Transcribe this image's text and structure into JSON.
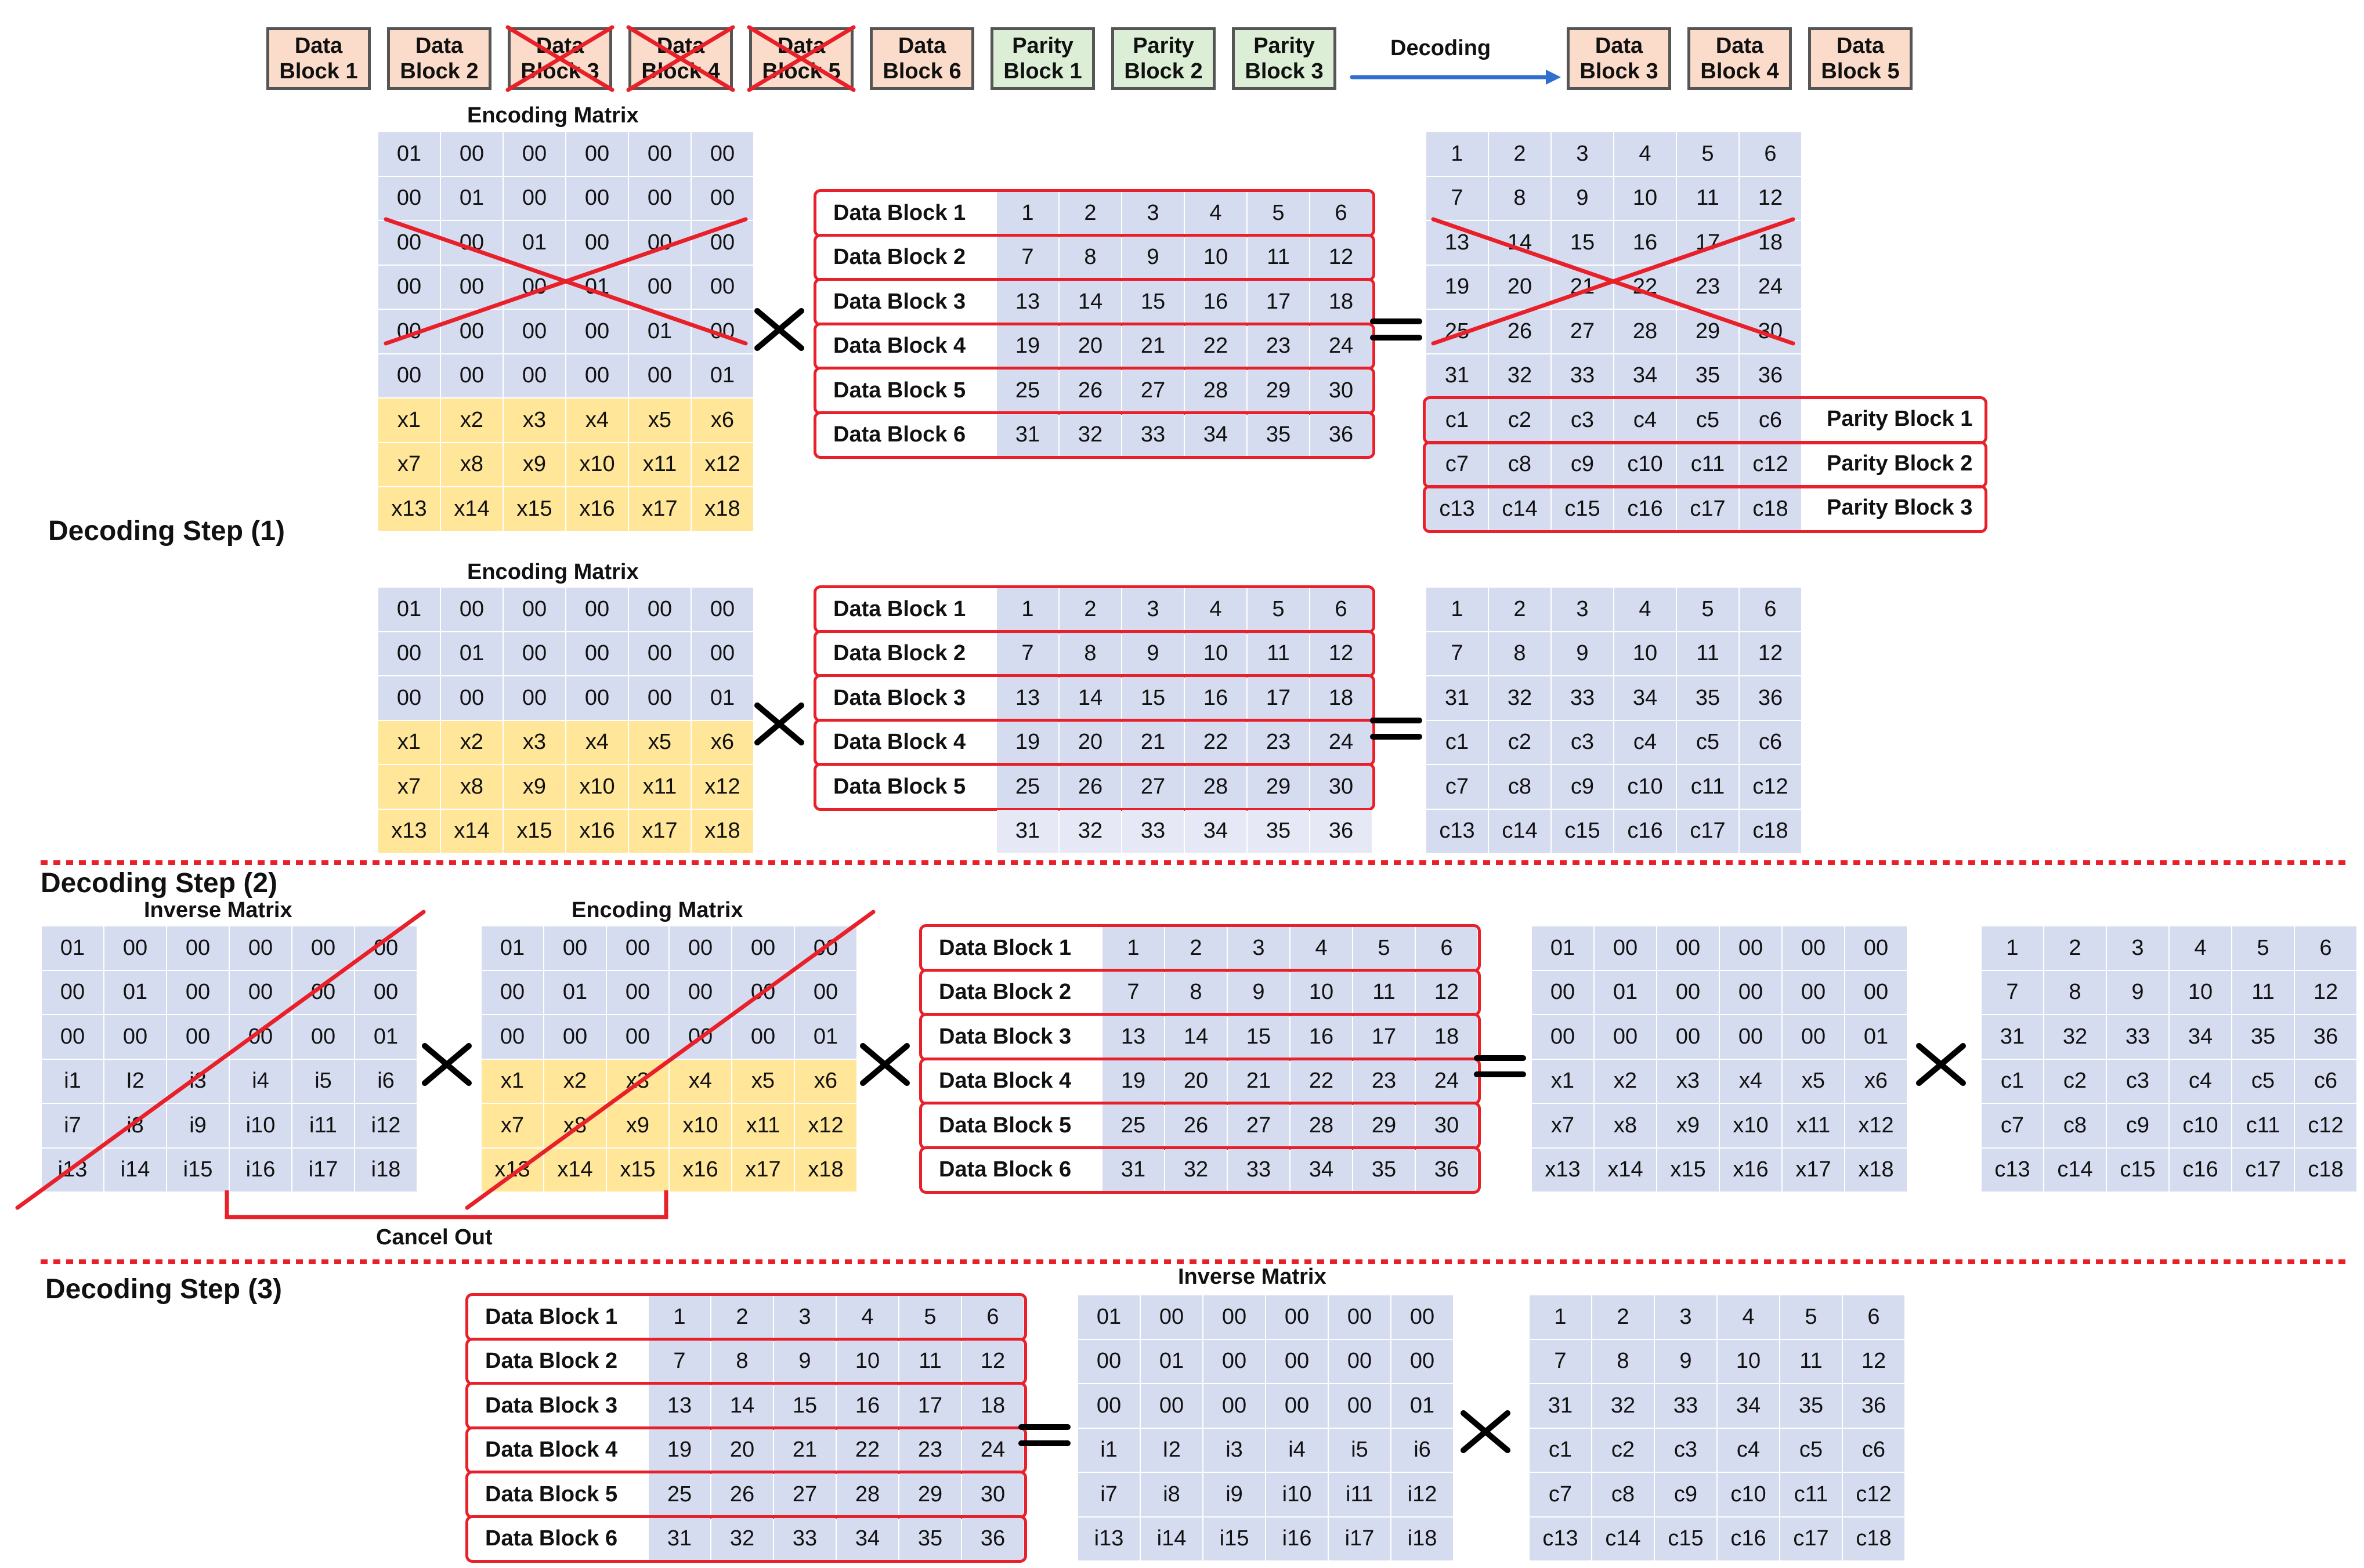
{
  "header": {
    "blocks_left": [
      {
        "label": "Data Block 1",
        "kind": "data",
        "crossed": false
      },
      {
        "label": "Data Block 2",
        "kind": "data",
        "crossed": false
      },
      {
        "label": "Data Block 3",
        "kind": "data",
        "crossed": true
      },
      {
        "label": "Data Block 4",
        "kind": "data",
        "crossed": true
      },
      {
        "label": "Data Block 5",
        "kind": "data",
        "crossed": true
      },
      {
        "label": "Data Block 6",
        "kind": "data",
        "crossed": false
      },
      {
        "label": "Parity Block 1",
        "kind": "parity",
        "crossed": false
      },
      {
        "label": "Parity Block 2",
        "kind": "parity",
        "crossed": false
      },
      {
        "label": "Parity Block 3",
        "kind": "parity",
        "crossed": false
      }
    ],
    "arrow_label": "Decoding",
    "blocks_right": [
      {
        "label": "Data Block 3",
        "kind": "data",
        "crossed": false
      },
      {
        "label": "Data Block 4",
        "kind": "data",
        "crossed": false
      },
      {
        "label": "Data Block 5",
        "kind": "data",
        "crossed": false
      }
    ]
  },
  "labels": {
    "encoding_matrix": "Encoding Matrix",
    "inverse_matrix": "Inverse Matrix",
    "step1": "Decoding Step (1)",
    "step2": "Decoding Step (2)",
    "step3": "Decoding Step (3)",
    "cancel_out": "Cancel Out",
    "parity_block_1": "Parity Block 1",
    "parity_block_2": "Parity Block 2",
    "parity_block_3": "Parity Block 3"
  },
  "data_block_labels": [
    "Data Block 1",
    "Data Block 2",
    "Data Block 3",
    "Data Block 4",
    "Data Block 5",
    "Data Block 6"
  ],
  "matrices": {
    "encoding_full": [
      [
        "01",
        "00",
        "00",
        "00",
        "00",
        "00"
      ],
      [
        "00",
        "01",
        "00",
        "00",
        "00",
        "00"
      ],
      [
        "00",
        "00",
        "01",
        "00",
        "00",
        "00"
      ],
      [
        "00",
        "00",
        "00",
        "01",
        "00",
        "00"
      ],
      [
        "00",
        "00",
        "00",
        "00",
        "01",
        "00"
      ],
      [
        "00",
        "00",
        "00",
        "00",
        "00",
        "01"
      ],
      [
        "x1",
        "x2",
        "x3",
        "x4",
        "x5",
        "x6"
      ],
      [
        "x7",
        "x8",
        "x9",
        "x10",
        "x11",
        "x12"
      ],
      [
        "x13",
        "x14",
        "x15",
        "x16",
        "x17",
        "x18"
      ]
    ],
    "encoding_reduced": [
      [
        "01",
        "00",
        "00",
        "00",
        "00",
        "00"
      ],
      [
        "00",
        "01",
        "00",
        "00",
        "00",
        "00"
      ],
      [
        "00",
        "00",
        "00",
        "00",
        "00",
        "01"
      ],
      [
        "x1",
        "x2",
        "x3",
        "x4",
        "x5",
        "x6"
      ],
      [
        "x7",
        "x8",
        "x9",
        "x10",
        "x11",
        "x12"
      ],
      [
        "x13",
        "x14",
        "x15",
        "x16",
        "x17",
        "x18"
      ]
    ],
    "inverse": [
      [
        "01",
        "00",
        "00",
        "00",
        "00",
        "00"
      ],
      [
        "00",
        "01",
        "00",
        "00",
        "00",
        "00"
      ],
      [
        "00",
        "00",
        "00",
        "00",
        "00",
        "01"
      ],
      [
        "i1",
        "I2",
        "i3",
        "i4",
        "i5",
        "i6"
      ],
      [
        "i7",
        "i8",
        "i9",
        "i10",
        "i11",
        "i12"
      ],
      [
        "i13",
        "i14",
        "i15",
        "i16",
        "i17",
        "i18"
      ]
    ],
    "inverse_step2": [
      [
        "01",
        "00",
        "00",
        "00",
        "00",
        "00"
      ],
      [
        "00",
        "01",
        "00",
        "00",
        "00",
        "00"
      ],
      [
        "00",
        "00",
        "00",
        "00",
        "00",
        "01"
      ],
      [
        "i1",
        "I2",
        "i3",
        "i4",
        "i5",
        "i6"
      ],
      [
        "i7",
        "i8",
        "i9",
        "i10",
        "i11",
        "i12"
      ],
      [
        "i13",
        "i14",
        "i15",
        "i16",
        "i17",
        "i18"
      ]
    ],
    "data": [
      [
        "1",
        "2",
        "3",
        "4",
        "5",
        "6"
      ],
      [
        "7",
        "8",
        "9",
        "10",
        "11",
        "12"
      ],
      [
        "13",
        "14",
        "15",
        "16",
        "17",
        "18"
      ],
      [
        "19",
        "20",
        "21",
        "22",
        "23",
        "24"
      ],
      [
        "25",
        "26",
        "27",
        "28",
        "29",
        "30"
      ],
      [
        "31",
        "32",
        "33",
        "34",
        "35",
        "36"
      ]
    ],
    "result_full": [
      [
        "1",
        "2",
        "3",
        "4",
        "5",
        "6"
      ],
      [
        "7",
        "8",
        "9",
        "10",
        "11",
        "12"
      ],
      [
        "13",
        "14",
        "15",
        "16",
        "17",
        "18"
      ],
      [
        "19",
        "20",
        "21",
        "22",
        "23",
        "24"
      ],
      [
        "25",
        "26",
        "27",
        "28",
        "29",
        "30"
      ],
      [
        "31",
        "32",
        "33",
        "34",
        "35",
        "36"
      ],
      [
        "c1",
        "c2",
        "c3",
        "c4",
        "c5",
        "c6"
      ],
      [
        "c7",
        "c8",
        "c9",
        "c10",
        "c11",
        "c12"
      ],
      [
        "c13",
        "c14",
        "c15",
        "c16",
        "c17",
        "c18"
      ]
    ],
    "result_reduced": [
      [
        "1",
        "2",
        "3",
        "4",
        "5",
        "6"
      ],
      [
        "7",
        "8",
        "9",
        "10",
        "11",
        "12"
      ],
      [
        "31",
        "32",
        "33",
        "34",
        "35",
        "36"
      ],
      [
        "c1",
        "c2",
        "c3",
        "c4",
        "c5",
        "c6"
      ],
      [
        "c7",
        "c8",
        "c9",
        "c10",
        "c11",
        "c12"
      ],
      [
        "c13",
        "c14",
        "c15",
        "c16",
        "c17",
        "c18"
      ]
    ]
  }
}
